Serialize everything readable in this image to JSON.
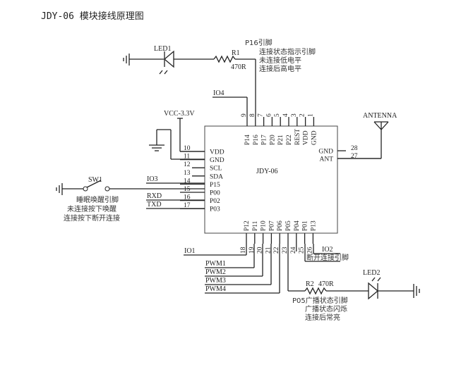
{
  "title": "JDY-06 模块接线原理图",
  "module": {
    "name": "JDY-06",
    "left_pins": [
      {
        "num": "10",
        "name": "VDD"
      },
      {
        "num": "11",
        "name": "GND"
      },
      {
        "num": "12",
        "name": "SCL"
      },
      {
        "num": "13",
        "name": "SDA"
      },
      {
        "num": "14",
        "name": "P15"
      },
      {
        "num": "15",
        "name": "P00"
      },
      {
        "num": "16",
        "name": "P02"
      },
      {
        "num": "17",
        "name": "P03"
      }
    ],
    "top_pins": [
      {
        "num": "9",
        "name": "P14"
      },
      {
        "num": "8",
        "name": "P16"
      },
      {
        "num": "7",
        "name": "P17"
      },
      {
        "num": "6",
        "name": "P20"
      },
      {
        "num": "5",
        "name": "P21"
      },
      {
        "num": "4",
        "name": "P22"
      },
      {
        "num": "3",
        "name": "REST"
      },
      {
        "num": "2",
        "name": "VDD"
      },
      {
        "num": "1",
        "name": "GND"
      }
    ],
    "right_pins": [
      {
        "num": "28",
        "name": "GND"
      },
      {
        "num": "27",
        "name": "ANT"
      }
    ],
    "bottom_pins": [
      {
        "num": "18",
        "name": "P12"
      },
      {
        "num": "19",
        "name": "P11"
      },
      {
        "num": "20",
        "name": "P10"
      },
      {
        "num": "21",
        "name": "P07"
      },
      {
        "num": "22",
        "name": "P06"
      },
      {
        "num": "23",
        "name": "P05"
      },
      {
        "num": "24",
        "name": "P04"
      },
      {
        "num": "25",
        "name": "P01"
      },
      {
        "num": "26",
        "name": "P13"
      }
    ]
  },
  "components": {
    "led1": "LED1",
    "r1": "R1",
    "r1_value": "470R",
    "vcc": "VCC-3.3V",
    "antenna": "ANTENNA",
    "sw1": "SW1",
    "led2": "LED2",
    "r2": "R2",
    "r2_value": "470R"
  },
  "nets": {
    "io4": "IO4",
    "io3": "IO3",
    "rxd": "RXD",
    "txd": "TXD",
    "io1": "IO1",
    "io2": "IO2",
    "pwm1": "PWM1",
    "pwm2": "PWM2",
    "pwm3": "PWM3",
    "pwm4": "PWM4"
  },
  "notes": {
    "p16": [
      "P16引脚",
      "连接状态指示引脚",
      "未连接低电平",
      "连接后高电平"
    ],
    "sw1": [
      "睡眠唤醒引脚",
      "未连接按下唤醒",
      "连接按下断开连接"
    ],
    "io2": "断开连接引脚",
    "p05": [
      "P05广播状态引脚",
      "广播状态闪烁",
      "连接后常亮"
    ]
  }
}
